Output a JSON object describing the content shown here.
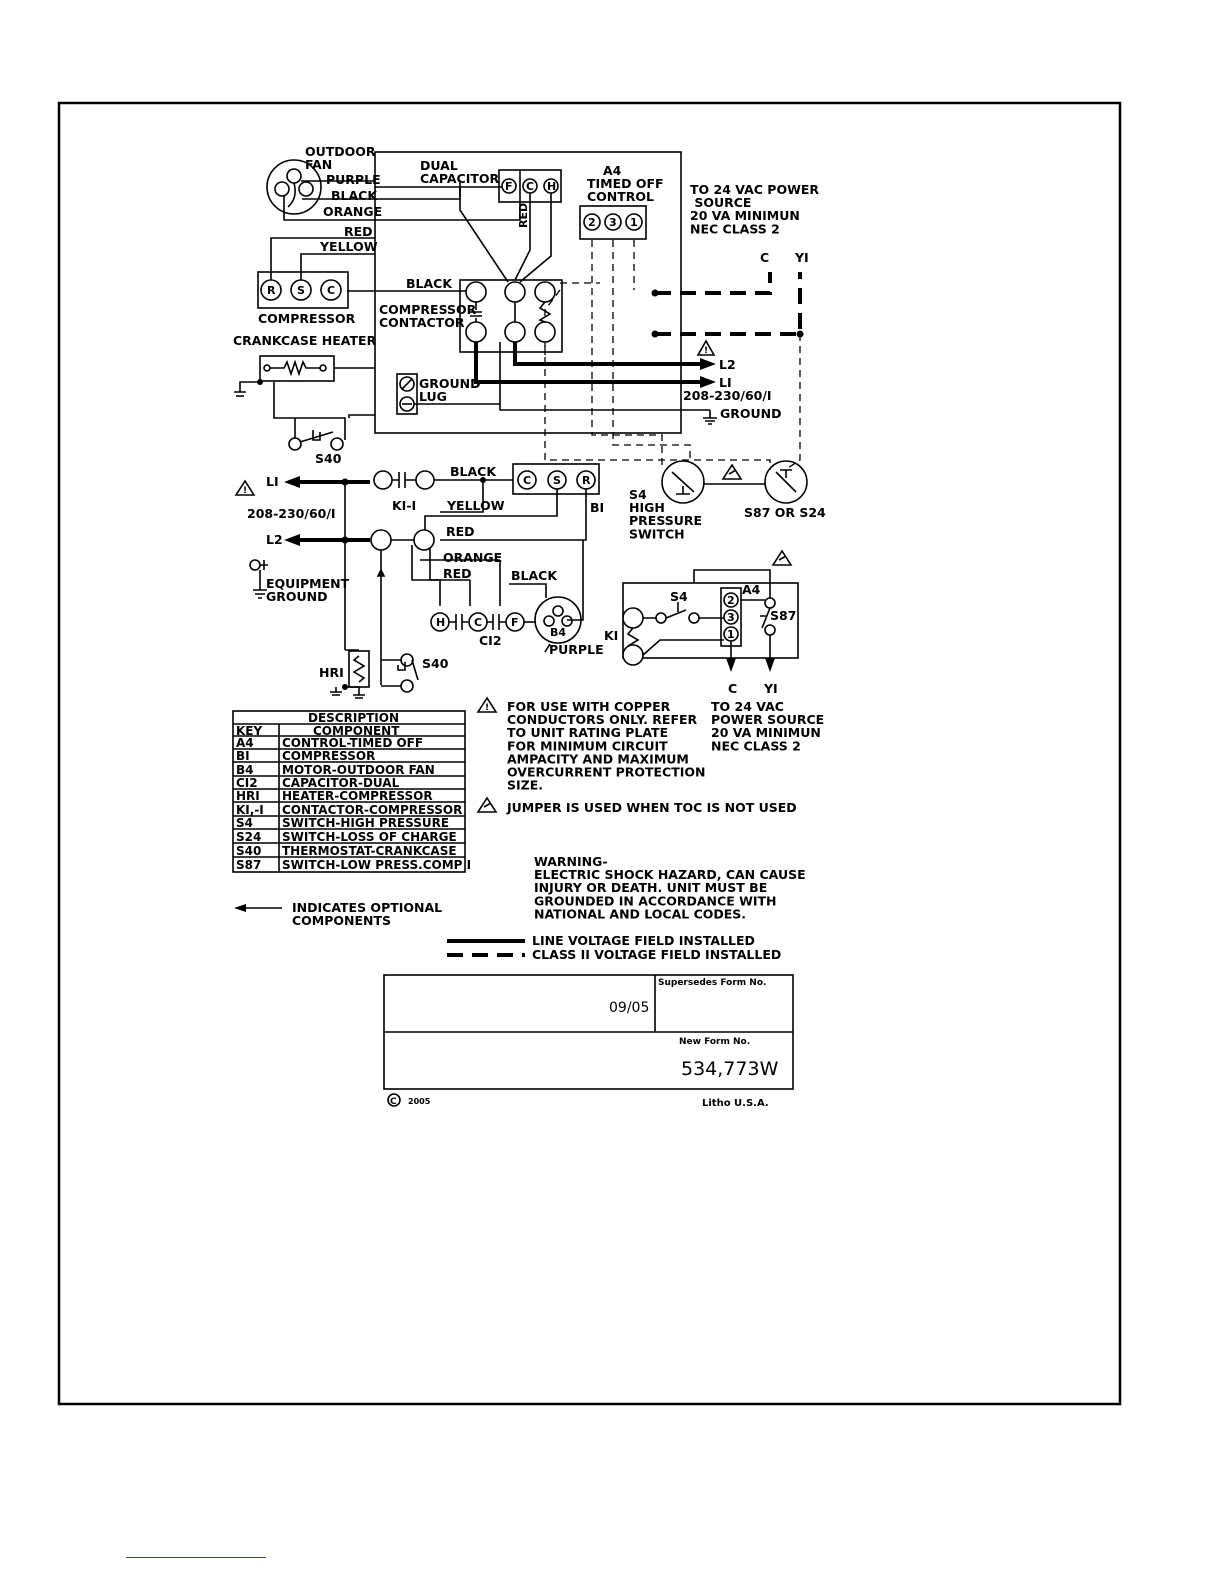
{
  "components": {
    "outdoor_fan": "OUTDOOR\nFAN",
    "dual_capacitor": "DUAL\nCAPACITOR",
    "cap_terminals": [
      "F",
      "C",
      "H"
    ],
    "a4": "A4",
    "timed_off_control": "TIMED OFF\nCONTROL",
    "a4_terminals": [
      "2",
      "3",
      "1"
    ],
    "power_source_top": "TO 24 VAC POWER\n   SOURCE\n20 VA MINIMUN\nNEC CLASS 2",
    "terminal_c": "C",
    "terminal_y1": "YI",
    "compressor": "COMPRESSOR",
    "compressor_terminals": [
      "R",
      "S",
      "C"
    ],
    "compressor_contactor": "COMPRESSOR\nCONTACTOR",
    "crankcase_heater": "CRANKCASE HEATER",
    "ground_lug": "GROUND\nLUG",
    "l2": "L2",
    "l1": "LI",
    "voltage": "208-230/60/I",
    "ground": "GROUND",
    "s40": "S40",
    "k1_1": "KI-I",
    "b1": "BI",
    "s4_label": "S4\nHIGH\nPRESSURE\nSWITCH",
    "s87_s24": "S87 OR S24",
    "equipment_ground": "EQUIPMENT\nGROUND",
    "c12": "CI2",
    "b4": "B4",
    "hr1": "HRI",
    "k1": "KI",
    "s4": "S4",
    "s87": "S87",
    "power_source_bottom": "TO 24 VAC\nPOWER SOURCE\n20 VA MINIMUN\nNEC CLASS 2"
  },
  "wires": {
    "purple": "PURPLE",
    "black": "BLACK",
    "orange": "ORANGE",
    "red": "RED",
    "yellow": "YELLOW"
  },
  "legend": {
    "title": "DESCRIPTION",
    "header_key": "KEY",
    "header_component": "COMPONENT",
    "rows": [
      {
        "key": "A4",
        "component": "CONTROL-TIMED OFF"
      },
      {
        "key": "BI",
        "component": "COMPRESSOR"
      },
      {
        "key": "B4",
        "component": "MOTOR-OUTDOOR FAN"
      },
      {
        "key": "CI2",
        "component": "CAPACITOR-DUAL"
      },
      {
        "key": "HRI",
        "component": "HEATER-COMPRESSOR"
      },
      {
        "key": "KI,-I",
        "component": "CONTACTOR-COMPRESSOR"
      },
      {
        "key": "S4",
        "component": "SWITCH-HIGH PRESSURE"
      },
      {
        "key": "S24",
        "component": "SWITCH-LOSS OF CHARGE"
      },
      {
        "key": "S40",
        "component": "THERMOSTAT-CRANKCASE"
      },
      {
        "key": "S87",
        "component": "SWITCH-LOW PRESS.COMP I"
      }
    ]
  },
  "notes": {
    "note1": "FOR USE WITH COPPER\nCONDUCTORS ONLY. REFER\nTO UNIT RATING PLATE\nFOR MINIMUM CIRCUIT\nAMPACITY AND MAXIMUM\nOVERCURRENT PROTECTION\nSIZE.",
    "note2": "JUMPER IS USED WHEN TOC IS NOT USED",
    "optional": "INDICATES OPTIONAL\nCOMPONENTS",
    "warning": "WARNING-\nELECTRIC SHOCK HAZARD, CAN CAUSE\nINJURY OR DEATH. UNIT MUST BE\nGROUNDED IN ACCORDANCE WITH\nNATIONAL AND LOCAL CODES.",
    "line_voltage": "LINE VOLTAGE FIELD INSTALLED",
    "class2_voltage": "CLASS II VOLTAGE FIELD INSTALLED"
  },
  "form": {
    "date": "09/05",
    "supersedes_label": "Supersedes Form No.",
    "new_form_label": "New Form No.",
    "form_number": "534,773W",
    "copyright_year": "2005",
    "litho": "Litho U.S.A."
  }
}
